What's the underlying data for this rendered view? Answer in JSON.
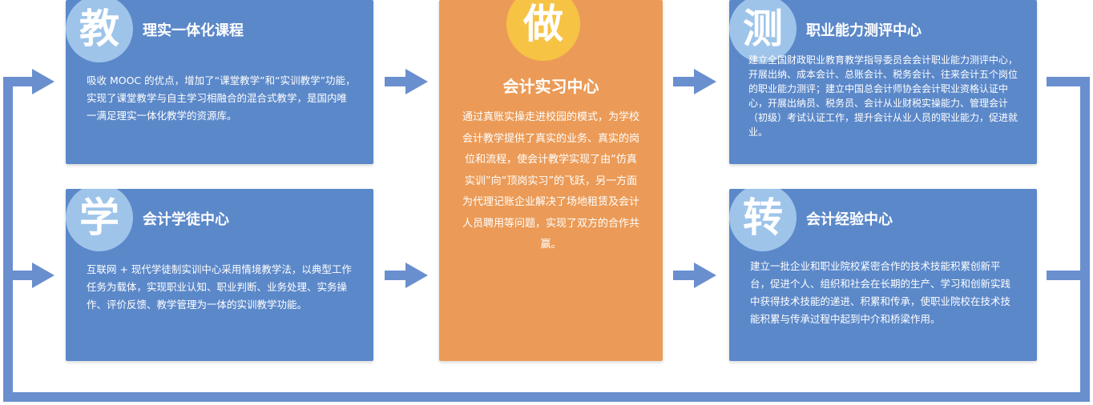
{
  "cards": {
    "jiao": {
      "badge": "教",
      "title": "理实一体化课程",
      "body": "吸收 MOOC 的优点，增加了“课堂教学”和“实训教学”功能，实现了课堂教学与自主学习相融合的混合式教学，是国内唯一满足理实一体化教学的资源库。"
    },
    "xue": {
      "badge": "学",
      "title": "会计学徒中心",
      "body": "互联网 + 现代学徒制实训中心采用情境教学法，以典型工作任务为载体，实现职业认知、职业判断、业务处理、实务操作、评价反馈、教学管理为一体的实训教学功能。"
    },
    "zuo": {
      "badge": "做",
      "title": "会计实习中心",
      "body": "通过真账实操走进校园的模式，为学校会计教学提供了真实的业务、真实的岗位和流程，使会计教学实现了由“仿真实训”向“顶岗实习”的飞跃，另一方面为代理记账企业解决了场地租赁及会计人员聘用等问题，实现了双方的合作共赢。"
    },
    "ce": {
      "badge": "测",
      "title": "职业能力测评中心",
      "body": "建立全国财政职业教育教学指导委员会会计职业能力测评中心，开展出纳、成本会计、总账会计、税务会计、往来会计五个岗位的职业能力测评；建立中国总会计师协会会计职业资格认证中心，开展出纳员、税务员、会计从业财税实操能力、管理会计（初级）考试认证工作，提升会计从业人员的职业能力，促进就业。"
    },
    "zhuan": {
      "badge": "转",
      "title": "会计经验中心",
      "body": "建立一批企业和职业院校紧密合作的技术技能积累创新平台，促进个人、组织和社会在长期的生产、学习和创新实践中获得技术技能的递进、积累和传承，使职业院校在技术技能积累与传承过程中起到中介和桥梁作用。"
    }
  },
  "colors": {
    "card_blue": "#5b88c9",
    "card_orange": "#eb9b57",
    "badge_blue": "#9ec4ea",
    "badge_yellow": "#f6c345",
    "connector": "#6a8fcf"
  }
}
